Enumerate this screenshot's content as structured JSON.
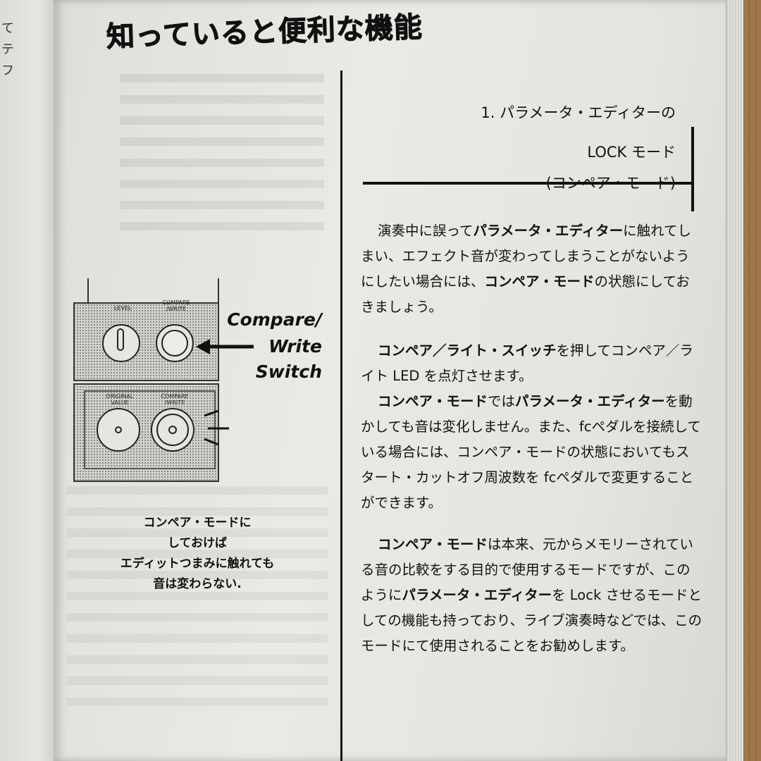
{
  "page": {
    "title": "知っていると便利な機能",
    "left_margin_glyphs": [
      "て",
      "テ",
      "フ"
    ]
  },
  "section": {
    "heading_line1": "1. パラメータ・エディターの",
    "heading_line2": "LOCK モード",
    "heading_line3": "(コンペア・モード)"
  },
  "paragraphs": {
    "p1": [
      {
        "t": "演奏中に誤って",
        "b": false
      },
      {
        "t": "パラメータ・エディター",
        "b": true
      },
      {
        "t": "に触れてしまい、エフェクト音が変わってしまうことがないようにしたい場合には、",
        "b": false
      },
      {
        "t": "コンペア・モード",
        "b": true
      },
      {
        "t": "の状態にしておきましょう。",
        "b": false
      }
    ],
    "p2": [
      {
        "t": "コンペア／ライト・スイッチ",
        "b": true
      },
      {
        "t": "を押してコンペア／ライト LED を点灯させます。",
        "b": false
      }
    ],
    "p2b": [
      {
        "t": "コンペア・モード",
        "b": true
      },
      {
        "t": "では",
        "b": false
      },
      {
        "t": "パラメータ・エディター",
        "b": true
      },
      {
        "t": "を動かしても音は変化しません。また、fcペダルを接続している場合には、コンペア・モードの状態においてもスタート・カットオフ周波数を fcペダルで変更することができます。",
        "b": false
      }
    ],
    "p3": [
      {
        "t": "コンペア・モード",
        "b": true
      },
      {
        "t": "は本来、元からメモリーされている音の比較をする目的で使用するモードですが、このように",
        "b": false
      },
      {
        "t": "パラメータ・エディター",
        "b": true
      },
      {
        "t": "を Lock させるモードとしての機能も持っており、ライブ演奏時などでは、このモードにて使用されることをお勧めします。",
        "b": false
      }
    ]
  },
  "diagram": {
    "label_level": "LEVEL",
    "label_compare_write_top": "COMPARE /WRITE",
    "label_original_value": "ORIGINAL VALUE",
    "label_compare_write_bottom": "COMPARE /WRITE",
    "callout": [
      "Compare/",
      "Write",
      "Switch"
    ]
  },
  "caption": {
    "lines": [
      "コンペア・モードに",
      "しておけば",
      "エディットつまみに触れても",
      "音は変わらない."
    ]
  }
}
